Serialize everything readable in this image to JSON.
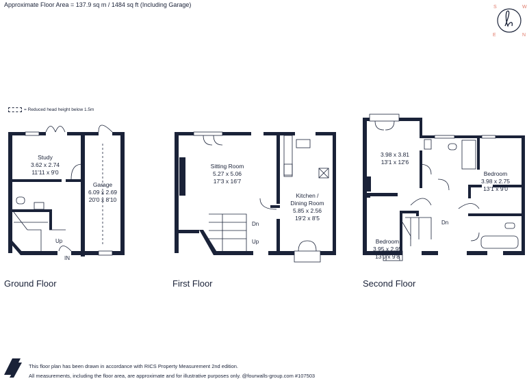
{
  "header": {
    "area_text": "Approximate Floor Area = 137.9 sq m / 1484 sq ft (Including Garage)"
  },
  "legend": {
    "text": "= Reduced head height below 1.5m"
  },
  "compass": {
    "south": "S",
    "west": "W",
    "east": "E",
    "north": "N"
  },
  "ground_floor": {
    "label": "Ground Floor",
    "study": {
      "name": "Study",
      "metric": "3.62 x 2.74",
      "imperial": "11'11 x 9'0"
    },
    "garage": {
      "name": "Garage",
      "metric": "6.09 x 2.69",
      "imperial": "20'0 x 8'10"
    },
    "up": "Up",
    "in": "IN"
  },
  "first_floor": {
    "label": "First Floor",
    "sitting": {
      "name": "Sitting Room",
      "metric": "5.27 x 5.06",
      "imperial": "17'3 x 16'7"
    },
    "kitchen": {
      "name1": "Kitchen /",
      "name2": "Dining Room",
      "metric": "5.85 x 2.56",
      "imperial": "19'2 x 8'5"
    },
    "dn": "Dn",
    "up": "Up"
  },
  "second_floor": {
    "label": "Second Floor",
    "room_a": {
      "metric": "3.98 x 3.81",
      "imperial": "13'1 x 12'6"
    },
    "bedroom_right": {
      "name": "Bedroom",
      "metric": "3.98 x 2.75",
      "imperial": "13'1 x 9'0"
    },
    "bedroom_left": {
      "name": "Bedroom",
      "metric": "3.95 x 2.95",
      "imperial": "13'0 x 9'8"
    },
    "dn": "Dn"
  },
  "footer": {
    "line1": "This floor plan has been drawn in accordance with RICS Property Measurement 2nd edition.",
    "line2": "All measurements, including the floor area, are approximate and for illustrative purposes only. @fourwalls-group.com #107503"
  },
  "colors": {
    "wall": "#1a2238",
    "text": "#1a2238",
    "compass_accent": "#e07a6a"
  }
}
